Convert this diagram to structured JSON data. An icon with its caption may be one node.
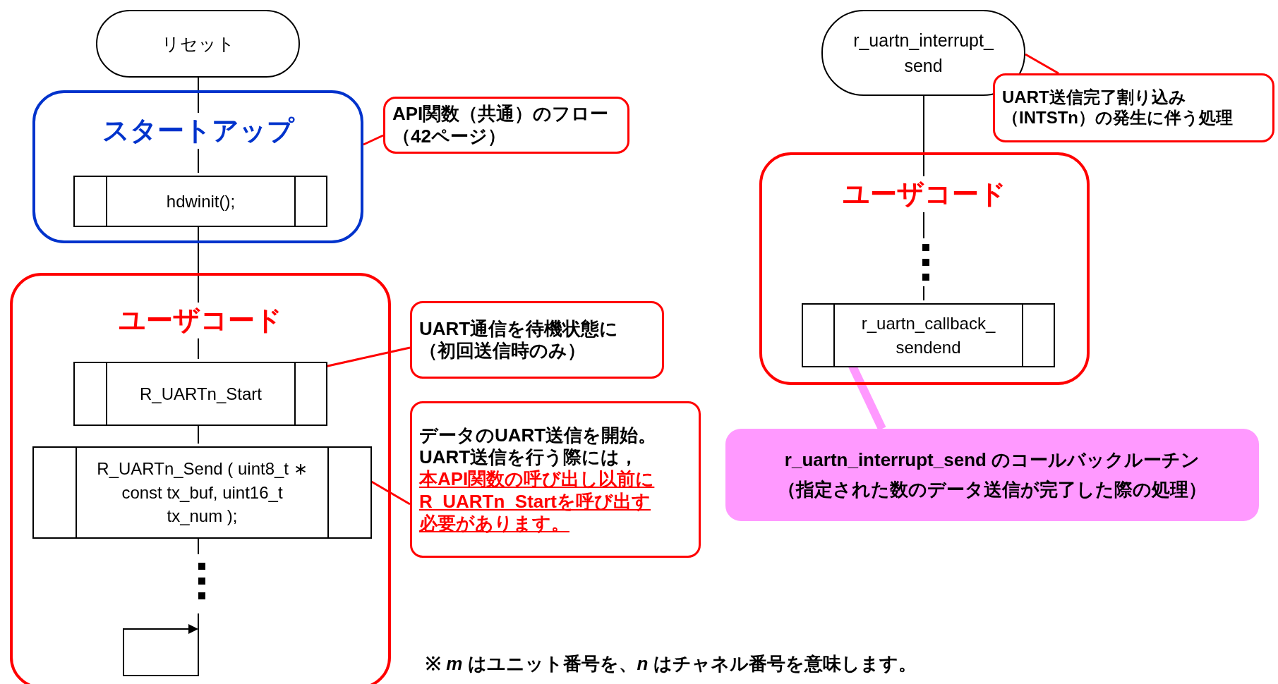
{
  "diagram": {
    "nodes": [
      {
        "text": [
          "リセット"
        ]
      },
      {
        "text": [
          "スタートアップ"
        ]
      },
      {
        "text": [
          "hdwinit();"
        ],
        "in": 1
      },
      {
        "text": [
          "API関数（共通）のフロー（42ページ）"
        ]
      },
      {
        "text": [
          "ユーザコード"
        ]
      },
      {
        "text": [
          "R_UARTn_Start"
        ],
        "in": 4
      },
      {
        "text": [
          "UART通信を待機状態に（初回送信時のみ）"
        ]
      },
      {
        "text": [
          "R_UARTn_Send ( uint8_t ∗ const tx_buf, uint16_t tx_num );"
        ],
        "in": 4
      },
      {
        "text": [
          "データのUART送信を開始。UART送信を行う際には，",
          "本API関数の呼び出し以前にR_UARTn_Startを呼び出す必要があります。"
        ]
      },
      {
        "text": [
          "r_uartn_interrupt_send"
        ]
      },
      {
        "text": [
          "UART送信完了割り込み（INTSTn）の発生に伴う処理"
        ]
      },
      {
        "text": [
          "ユーザコード"
        ]
      },
      {
        "text": [
          "r_uartn_callback_sendend"
        ],
        "in": 11
      },
      {
        "text": [
          "r_uartn_interrupt_send のコールバックルーチン",
          "（指定された数のデータ送信が完了した際の処理）"
        ]
      }
    ],
    "edges": [
      {
        "from": 0,
        "to": 2,
        "arrow": "none"
      },
      {
        "from": 2,
        "to": 5,
        "arrow": "none"
      },
      {
        "from": 5,
        "to": 7,
        "arrow": "none"
      },
      {
        "from": 9,
        "to": 12,
        "arrow": "none"
      },
      {
        "from": 3,
        "to": 1,
        "arrow": "none",
        "color": "#ff0000"
      },
      {
        "from": 6,
        "to": 5,
        "arrow": "none",
        "color": "#ff0000"
      },
      {
        "from": 8,
        "to": 7,
        "arrow": "none",
        "color": "#ff0000"
      },
      {
        "from": 10,
        "to": 9,
        "arrow": "none",
        "color": "#ff0000"
      },
      {
        "from": 13,
        "to": 12,
        "arrow": "none",
        "style": "thick",
        "color": "#ff99ff"
      }
    ],
    "labels": [
      "※ *m* はユニット番号を、*n* はチャネル番号を意味します。"
    ]
  }
}
